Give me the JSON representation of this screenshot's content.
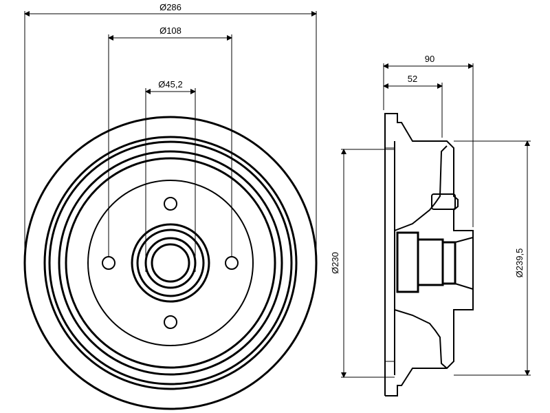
{
  "front_view": {
    "dim_outer": "Ø286",
    "dim_bolt_circle": "Ø108",
    "dim_center_bore": "Ø45,2"
  },
  "side_view": {
    "dim_total_depth": "90",
    "dim_hub_depth": "52",
    "dim_drum_inner": "Ø230",
    "dim_drum_max": "Ø239,5"
  }
}
